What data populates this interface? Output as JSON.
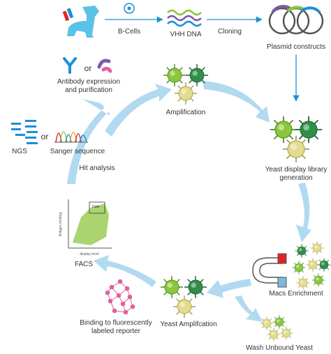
{
  "colors": {
    "flow_arrow": "#1a8fd6",
    "cycle_arrow": "#a9d6f0",
    "green_cell": "#8cc63f",
    "dark_green_cell": "#2f8f4a",
    "yellow_cell": "#e3dc8f",
    "llama": "#5bc2e7",
    "magnet_red": "#e02424",
    "magnet_blue": "#7fb8e0",
    "reporter": "#e0609a"
  },
  "top_flow": {
    "b_cells": "B-Cells",
    "vhh_dna": "VHH DNA",
    "cloning": "Cloning",
    "plasmid": "Plasmid constructs"
  },
  "stages": {
    "antibody": "Antibody expression and purification",
    "antibody_or": "or",
    "amplification": "Amplification",
    "yeast_library": "Yeast display library generation",
    "macs": "Macs Enrichment",
    "wash": "Wash Unbound Yeast",
    "yeast_amplification": "Yeast Amplifcation",
    "binding": "Binding to fluorescently labeled reporter",
    "facs": "FACS",
    "hit_analysis": "Hit analysis",
    "ngs": "NGS",
    "ngs_or": "or",
    "sanger": "Sanger sequence"
  },
  "facs_plot": {
    "ylabel": "Antigen binding",
    "xlabel": "display level",
    "gate": "Gate"
  }
}
